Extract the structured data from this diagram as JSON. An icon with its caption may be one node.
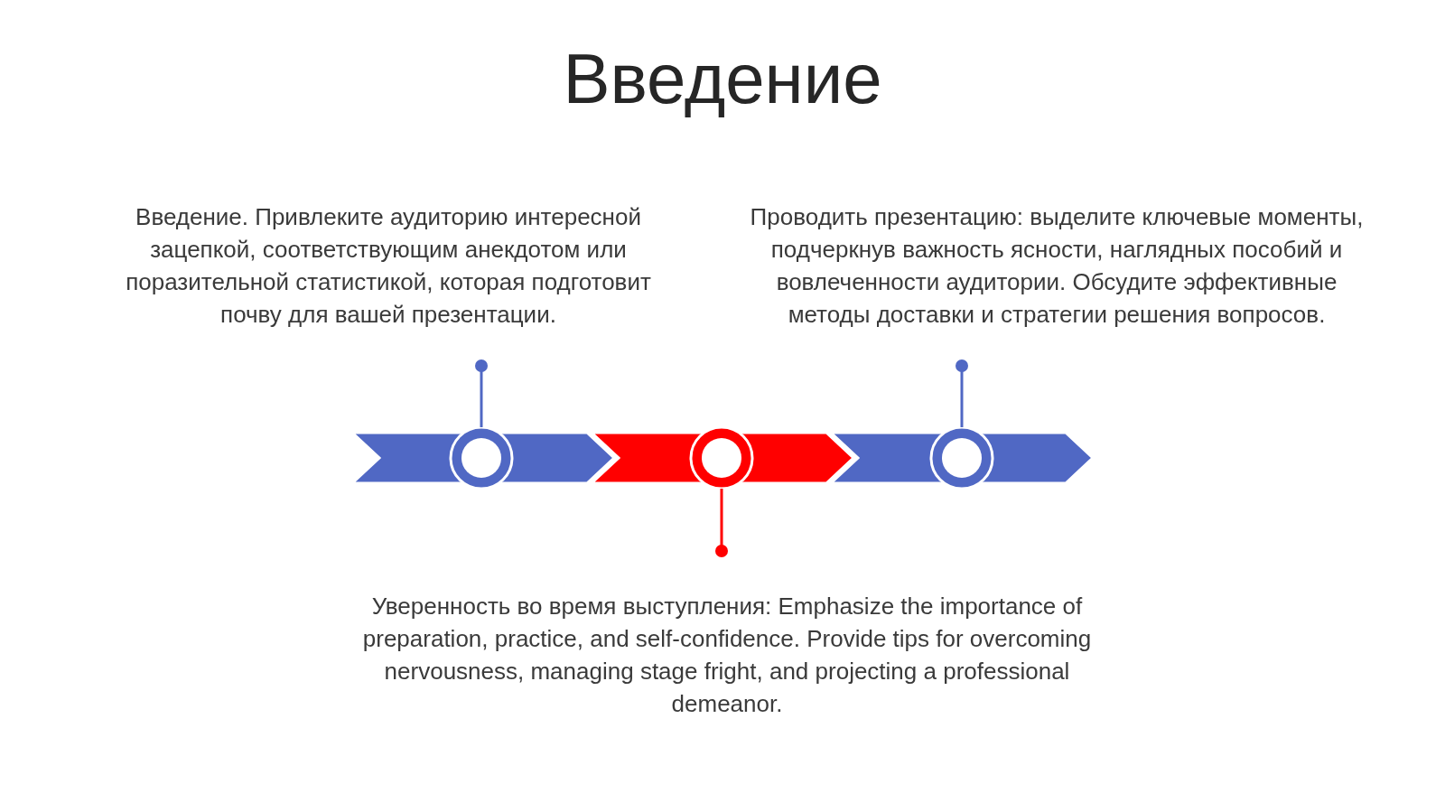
{
  "diagram": {
    "title": "Введение",
    "nodes": [
      {
        "text": [
          "Введение. Привлеките аудиторию интересной зацепкой, соответствующим анекдотом или поразительной статистикой, которая подготовит почву для вашей презентации."
        ]
      },
      {
        "text": [
          "Проводить презентацию: выделите ключевые моменты, подчеркнув важность ясности, наглядных пособий и вовлеченности аудитории. Обсудите эффективные методы доставки и стратегии решения вопросов."
        ]
      },
      {
        "text": [
          "Уверенность во время выступления: Emphasize the importance of preparation, practice, and self-confidence. Provide tips for overcoming nervousness, managing stage fright, and projecting a professional demeanor."
        ]
      },
      {
        "text": [],
        "shape": "circle"
      },
      {
        "text": [],
        "shape": "circle"
      },
      {
        "text": [],
        "shape": "circle"
      }
    ],
    "edges": [
      {
        "from": 0,
        "to": 3,
        "arrow": "other"
      },
      {
        "from": 2,
        "to": 4,
        "arrow": "other",
        "color": "#ff0000"
      },
      {
        "from": 1,
        "to": 5,
        "arrow": "other"
      }
    ]
  }
}
